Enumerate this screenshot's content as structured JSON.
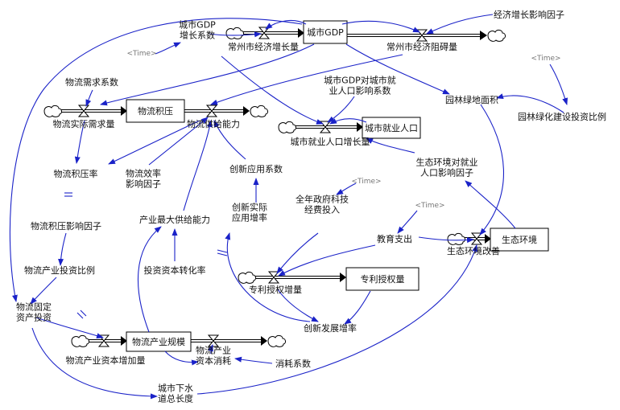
{
  "colors": {
    "link": "#1a22c8",
    "stock_border": "#000000",
    "time_label": "#777777"
  },
  "stocks": {
    "city_gdp": "城市GDP",
    "logistics_backlog": "物流积压",
    "city_employment_pop": "城市就业人口",
    "eco_environment": "生态环境",
    "patent_grants": "专利授权量",
    "logistics_industry_scale": "物流产业规模"
  },
  "flows": {
    "gdp_growth": "常州市经济增长量",
    "gdp_obstruction": "常州市经济阻碍量",
    "logistics_actual_demand": "物流实际需求量",
    "logistics_supply_capacity": "物流供给能力",
    "employment_pop_growth": "城市就业人口增长量",
    "eco_improvement": "生态环境改善",
    "patent_grant_growth": "专利授权增量",
    "capital_increase": "物流产业资本增加量",
    "capital_consumption": "物流产业资本消耗"
  },
  "variables": {
    "growth_factor": "经济增长影响因子",
    "gdp_growth_coef": "城市GDP增长系数",
    "logistics_demand_coef": "物流需求系数",
    "gdp_employment_coef": "城市GDP对城市就业人口影响系数",
    "green_area": "园林绿地面积",
    "greening_investment_ratio": "园林绿化建设投资比例",
    "eco_employment_factor": "生态环境对就业人口影响因子",
    "backlog_rate": "物流积压率",
    "efficiency_factor": "物流效率影响因子",
    "innovation_coef": "创新应用系数",
    "innovation_actual_rate": "创新实际应用增率",
    "gov_tech_funding": "全年政府科技经费投入",
    "education_expense": "教育支出",
    "backlog_impact_factor": "物流积压影响因子",
    "max_supply_capacity": "产业最大供给能力",
    "investment_ratio": "物流产业投资比例",
    "capital_conversion_rate": "投资资本转化率",
    "fixed_asset_investment": "物流固定资产投资",
    "innovation_growth_rate": "创新发展增率",
    "consumption_coef": "消耗系数",
    "sewer_length": "城市下水道总长度"
  },
  "time_label": "<Time>"
}
